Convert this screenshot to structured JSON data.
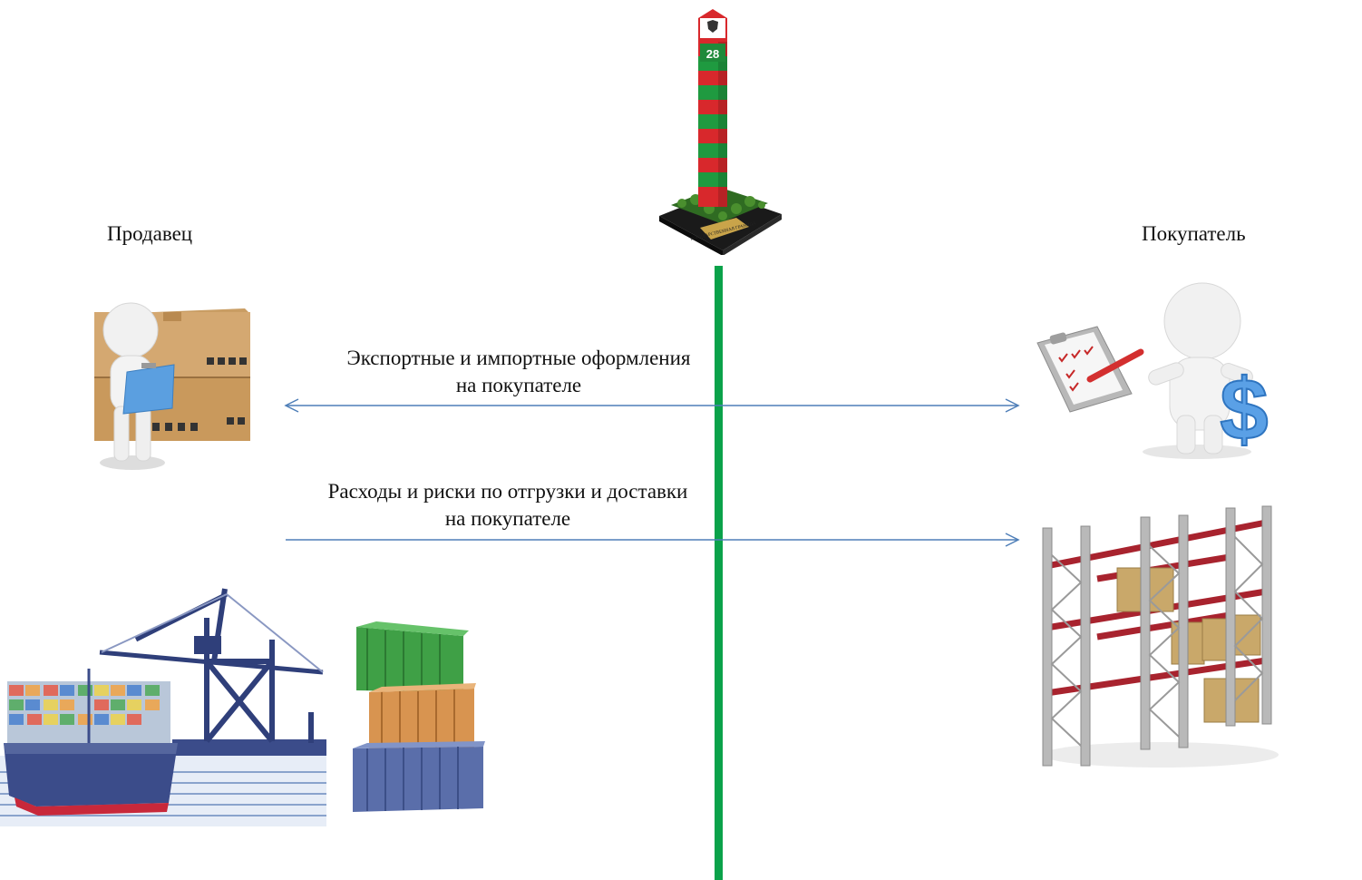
{
  "parties": {
    "seller": "Продавец",
    "buyer": "Покупатель"
  },
  "flows": [
    {
      "line1": "Экспортные и импортные оформления",
      "line2": "на покупателе",
      "arrow": "both"
    },
    {
      "line1": "Расходы и риски по отгрузки и доставки",
      "line2": "на покупателе",
      "arrow": "right"
    }
  ],
  "border_post": {
    "number": "28",
    "plaque": "ГОСУДАРСТВЕННАЯ ГРАНИЦА"
  },
  "icons": {
    "border": "border-post-icon",
    "seller": "person-with-boxes-icon",
    "buyer": "person-with-checklist-dollar-icon",
    "port": "cargo-ship-crane-icon",
    "containers": "shipping-containers-icon",
    "warehouse": "warehouse-racks-icon"
  },
  "colors": {
    "border_line": "#0aa24a",
    "arrow": "#4f7fb8",
    "post_red": "#d8282c",
    "post_green": "#1f9a40"
  }
}
